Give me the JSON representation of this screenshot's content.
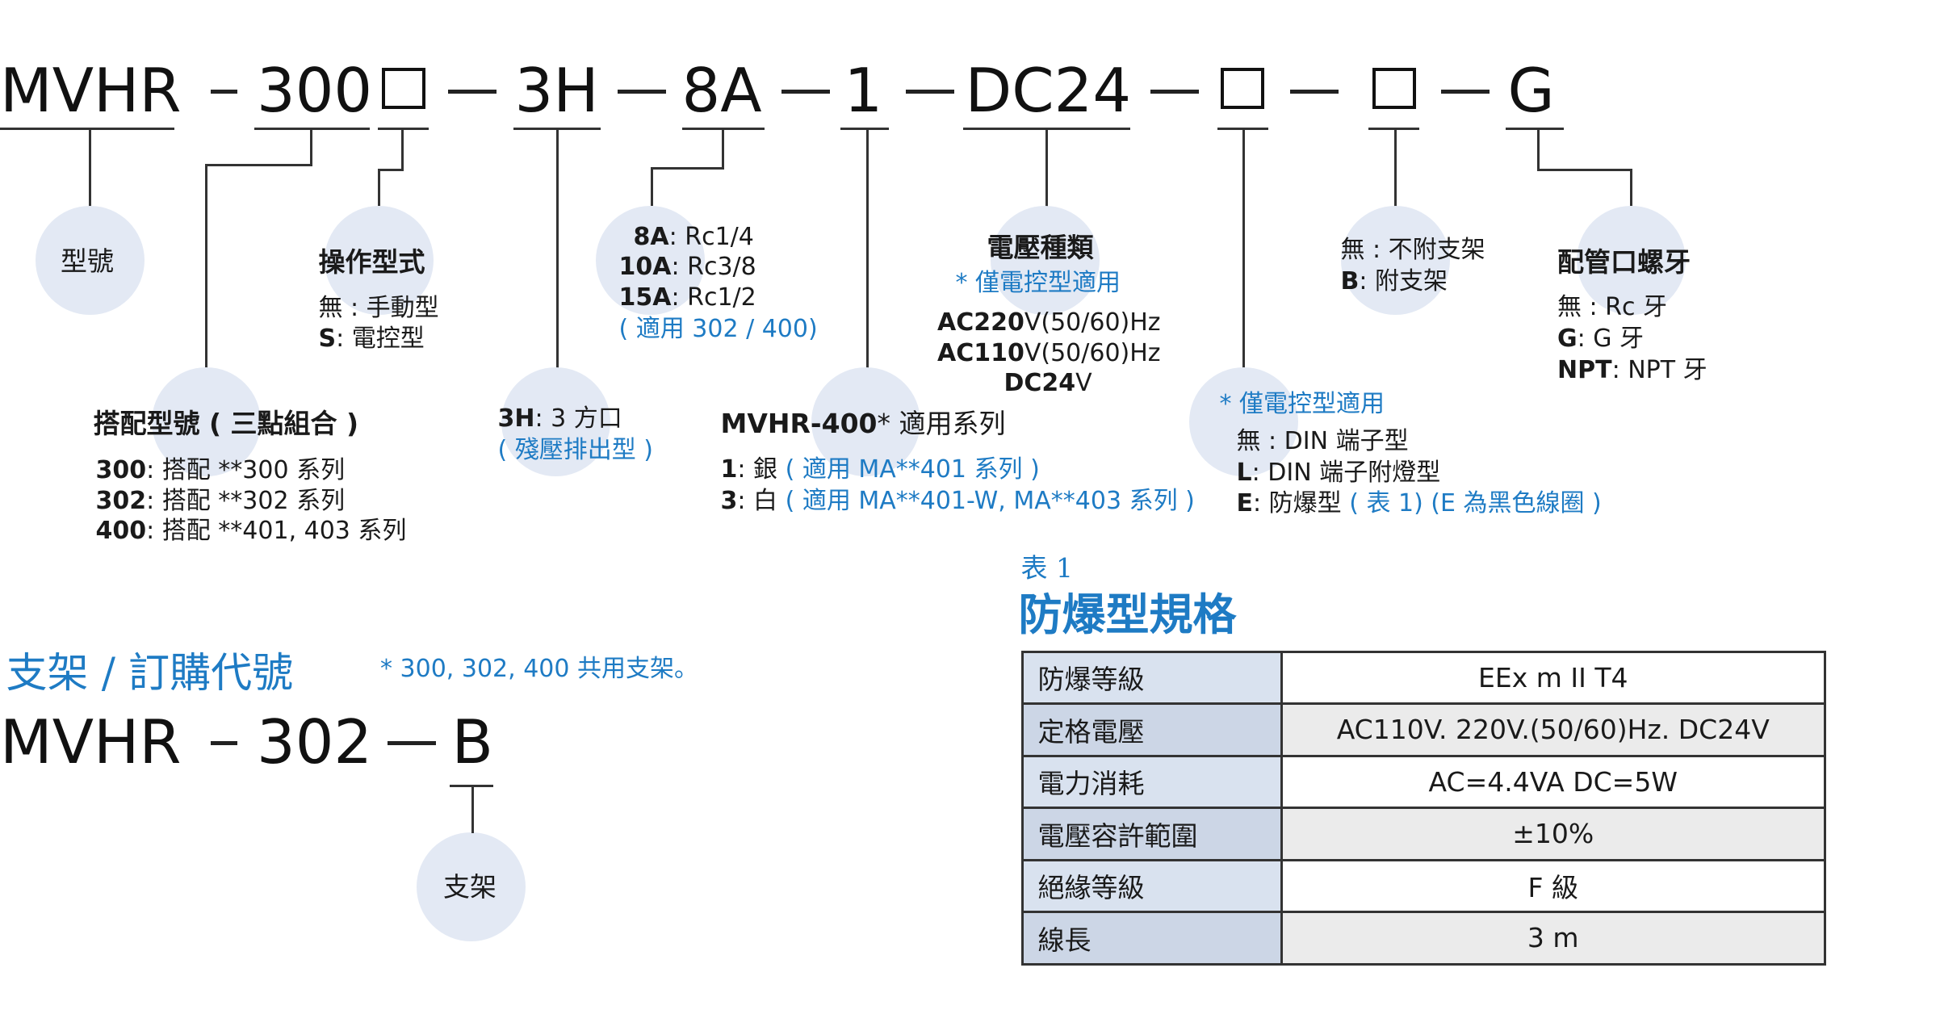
{
  "model_code": {
    "segments": [
      "MVHR",
      "300",
      "3H",
      "8A",
      "1",
      "DC24",
      "G"
    ],
    "box_glyph": "□",
    "dash_glyph": "—"
  },
  "labels": {
    "model": "型號",
    "operation": {
      "title": "操作型式",
      "none_key": "無",
      "none_val": " : 手動型",
      "s_key": "S",
      "s_val": ": 電控型"
    },
    "match": {
      "title": "搭配型號 ( 三點組合 )",
      "rows": [
        {
          "key": "300",
          "val": ": 搭配 **300 系列"
        },
        {
          "key": "302",
          "val": ": 搭配 **302 系列"
        },
        {
          "key": "400",
          "val": ": 搭配 **401, 403 系列"
        }
      ]
    },
    "port3h": {
      "key": "3H",
      "val": ": 3 方口",
      "note": "( 殘壓排出型 )"
    },
    "port_size": {
      "rows": [
        {
          "key": "8A",
          "val": ": Rc1/4"
        },
        {
          "key": "10A",
          "val": ": Rc3/8"
        },
        {
          "key": "15A",
          "val": ": Rc1/2"
        }
      ],
      "note": "( 適用 302 / 400)"
    },
    "mvhr400": {
      "title_key": "MVHR-400",
      "title_val": "* 適用系列",
      "rows": [
        {
          "key": "1",
          "val": ": 銀",
          "note": "( 適用 MA**401 系列 )"
        },
        {
          "key": "3",
          "val": ": 白",
          "note": "( 適用 MA**401-W, MA**403 系列 )"
        }
      ]
    },
    "voltage": {
      "title": "電壓種類",
      "note": "* 僅電控型適用",
      "rows": [
        {
          "key": "AC220",
          "val": "V(50/60)Hz"
        },
        {
          "key": "AC110",
          "val": "V(50/60)Hz"
        },
        {
          "key": "DC24",
          "val": "V"
        }
      ]
    },
    "terminal": {
      "note": "* 僅電控型適用",
      "rows": [
        {
          "key": "無",
          "val": " : DIN 端子型",
          "note": ""
        },
        {
          "key": "L",
          "val": ": DIN 端子附燈型",
          "note": ""
        },
        {
          "key": "E",
          "val": ": 防爆型",
          "note": "( 表 1) (E 為黑色線圈 )"
        }
      ]
    },
    "bracket": {
      "none_key": "無",
      "none_val": " : 不附支架",
      "b_key": "B",
      "b_val": ": 附支架"
    },
    "thread": {
      "title": "配管口螺牙",
      "rows": [
        {
          "key": "無",
          "val": " : Rc 牙"
        },
        {
          "key": "G",
          "val": ": G 牙"
        },
        {
          "key": "NPT",
          "val": ": NPT 牙"
        }
      ]
    }
  },
  "bracket_order": {
    "title": "支架 / 訂購代號",
    "note": "* 300, 302, 400 共用支架。",
    "segments": [
      "MVHR",
      "302",
      "B"
    ],
    "label": "支架"
  },
  "spec_table": {
    "caption_small": "表 1",
    "caption_large": "防爆型規格",
    "rows": [
      {
        "key": "防爆等級",
        "value": "EEx m II T4"
      },
      {
        "key": "定格電壓",
        "value": "AC110V. 220V.(50/60)Hz. DC24V"
      },
      {
        "key": "電力消耗",
        "value": "AC=4.4VA  DC=5W"
      },
      {
        "key": "電壓容許範圍",
        "value": "±10%"
      },
      {
        "key": "絕緣等級",
        "value": "F 級"
      },
      {
        "key": "線長",
        "value": "3 m"
      }
    ]
  },
  "colors": {
    "accent_blue": "#1e7bc4",
    "circle_fill": "#e3e9f4",
    "table_key_fill": "#d9e2ef"
  }
}
